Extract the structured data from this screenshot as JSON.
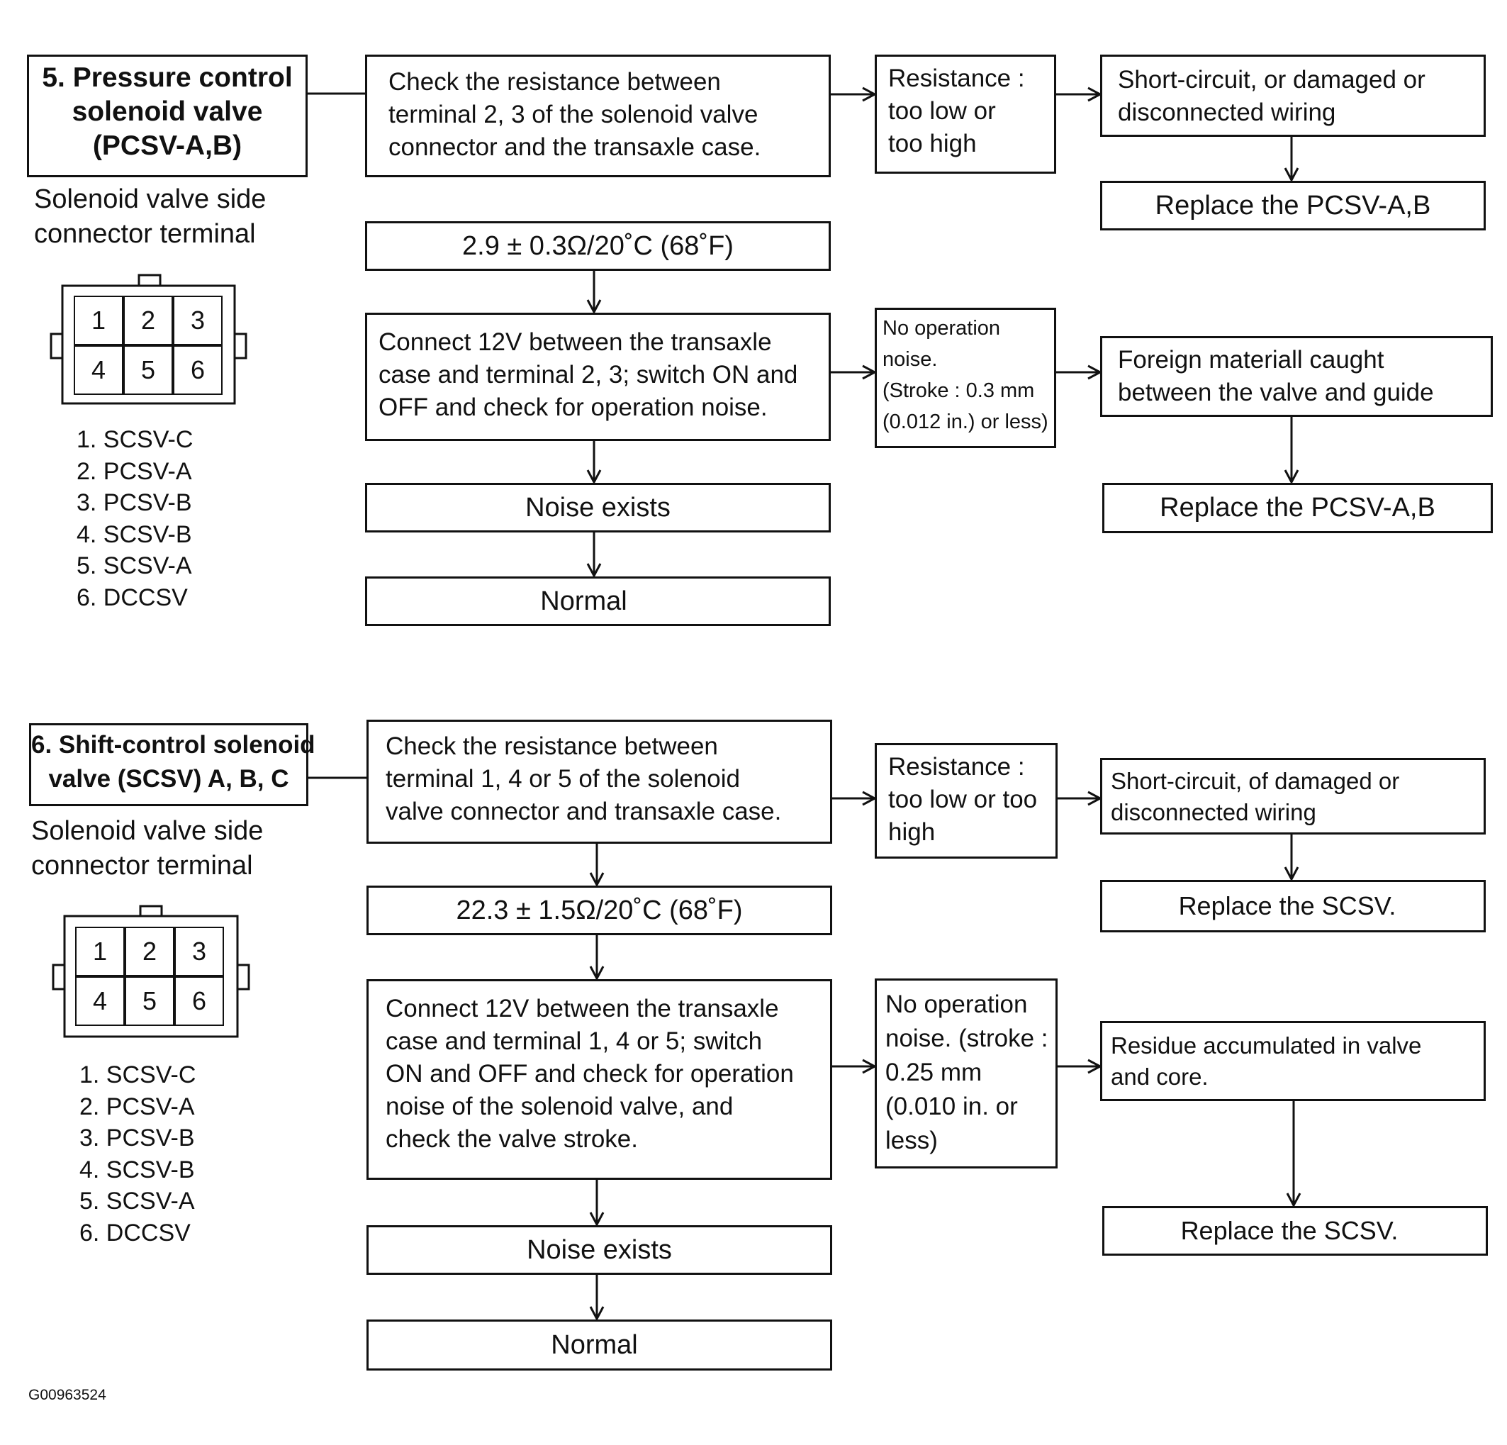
{
  "section_a": {
    "title_lines": [
      "5. Pressure control",
      "solenoid valve",
      "(PCSV-A,B)"
    ],
    "caption_lines": [
      "Solenoid valve side",
      "connector terminal"
    ],
    "connector_terminals": [
      "1",
      "2",
      "3",
      "4",
      "5",
      "6"
    ],
    "legend": [
      "1. SCSV-C",
      "2. PCSV-A",
      "3. PCSV-B",
      "4. SCSV-B",
      "5. SCSV-A",
      "6. DCCSV"
    ],
    "step_check_lines": [
      "Check the resistance between",
      "terminal 2, 3 of the solenoid valve",
      "connector and the transaxle case."
    ],
    "spec": "2.9 ± 0.3Ω/20˚C (68˚F)",
    "step_connect_lines": [
      "Connect 12V between the transaxle",
      "case and terminal 2, 3; switch ON and",
      "OFF and check for operation noise."
    ],
    "noise_exists": "Noise exists",
    "normal": "Normal",
    "resistance_fault_lines": [
      "Resistance :",
      "too low or",
      "too high"
    ],
    "wiring_fault_lines": [
      "Short-circuit, or damaged or",
      "disconnected wiring"
    ],
    "replace_1": "Replace the PCSV-A,B",
    "no_noise_lines": [
      "No operation",
      "noise.",
      "(Stroke : 0.3 mm",
      "(0.012 in.) or less)"
    ],
    "foreign_lines": [
      "Foreign materiall caught",
      "between the valve and guide"
    ],
    "replace_2": "Replace the PCSV-A,B"
  },
  "section_b": {
    "title_lines": [
      "6. Shift-control solenoid",
      "valve (SCSV) A, B, C"
    ],
    "caption_lines": [
      "Solenoid valve side",
      "connector terminal"
    ],
    "connector_terminals": [
      "1",
      "2",
      "3",
      "4",
      "5",
      "6"
    ],
    "legend": [
      "1. SCSV-C",
      "2. PCSV-A",
      "3. PCSV-B",
      "4. SCSV-B",
      "5. SCSV-A",
      "6. DCCSV"
    ],
    "step_check_lines": [
      "Check the resistance between",
      "terminal 1, 4 or 5 of the solenoid",
      "valve connector and transaxle case."
    ],
    "spec": "22.3 ± 1.5Ω/20˚C (68˚F)",
    "step_connect_lines": [
      "Connect 12V between the transaxle",
      "case and terminal 1, 4 or 5; switch",
      "ON and OFF and check for operation",
      "noise of the solenoid valve, and",
      "check the valve stroke."
    ],
    "noise_exists": "Noise exists",
    "normal": "Normal",
    "resistance_fault_lines": [
      "Resistance :",
      "too low or too",
      "high"
    ],
    "wiring_fault_lines": [
      "Short-circuit, of damaged or",
      "disconnected wiring"
    ],
    "replace_1": "Replace the SCSV.",
    "no_noise_lines": [
      "No operation",
      "noise. (stroke :",
      "0.25 mm",
      "(0.010 in. or",
      "less)"
    ],
    "residue_lines": [
      "Residue accumulated in valve",
      "and core."
    ],
    "replace_2": "Replace the SCSV."
  },
  "figure_id": "G00963524"
}
